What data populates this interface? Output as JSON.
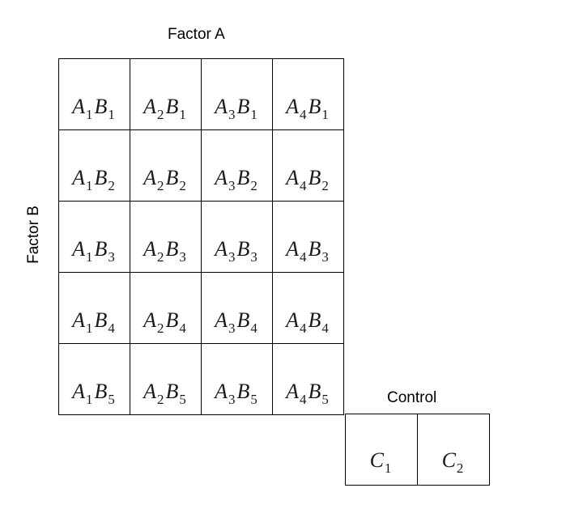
{
  "labels": {
    "factor_a": "Factor A",
    "factor_b": "Factor B",
    "control": "Control"
  },
  "factorial_grid": {
    "rows": [
      [
        {
          "a": "A",
          "a_sub": "1",
          "b": "B",
          "b_sub": "1"
        },
        {
          "a": "A",
          "a_sub": "2",
          "b": "B",
          "b_sub": "1"
        },
        {
          "a": "A",
          "a_sub": "3",
          "b": "B",
          "b_sub": "1"
        },
        {
          "a": "A",
          "a_sub": "4",
          "b": "B",
          "b_sub": "1"
        }
      ],
      [
        {
          "a": "A",
          "a_sub": "1",
          "b": "B",
          "b_sub": "2"
        },
        {
          "a": "A",
          "a_sub": "2",
          "b": "B",
          "b_sub": "2"
        },
        {
          "a": "A",
          "a_sub": "3",
          "b": "B",
          "b_sub": "2"
        },
        {
          "a": "A",
          "a_sub": "4",
          "b": "B",
          "b_sub": "2"
        }
      ],
      [
        {
          "a": "A",
          "a_sub": "1",
          "b": "B",
          "b_sub": "3"
        },
        {
          "a": "A",
          "a_sub": "2",
          "b": "B",
          "b_sub": "3"
        },
        {
          "a": "A",
          "a_sub": "3",
          "b": "B",
          "b_sub": "3"
        },
        {
          "a": "A",
          "a_sub": "4",
          "b": "B",
          "b_sub": "3"
        }
      ],
      [
        {
          "a": "A",
          "a_sub": "1",
          "b": "B",
          "b_sub": "4"
        },
        {
          "a": "A",
          "a_sub": "2",
          "b": "B",
          "b_sub": "4"
        },
        {
          "a": "A",
          "a_sub": "3",
          "b": "B",
          "b_sub": "4"
        },
        {
          "a": "A",
          "a_sub": "4",
          "b": "B",
          "b_sub": "4"
        }
      ],
      [
        {
          "a": "A",
          "a_sub": "1",
          "b": "B",
          "b_sub": "5"
        },
        {
          "a": "A",
          "a_sub": "2",
          "b": "B",
          "b_sub": "5"
        },
        {
          "a": "A",
          "a_sub": "3",
          "b": "B",
          "b_sub": "5"
        },
        {
          "a": "A",
          "a_sub": "4",
          "b": "B",
          "b_sub": "5"
        }
      ]
    ]
  },
  "control_grid": {
    "cells": [
      {
        "c": "C",
        "c_sub": "1"
      },
      {
        "c": "C",
        "c_sub": "2"
      }
    ]
  }
}
